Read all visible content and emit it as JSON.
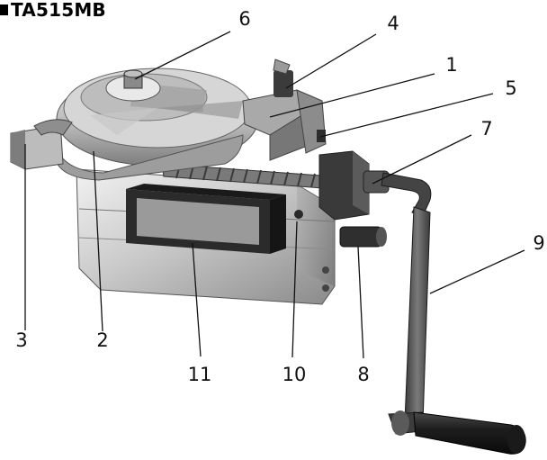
{
  "title": "TA515MB",
  "callouts": {
    "c1": "1",
    "c2": "2",
    "c3": "3",
    "c4": "4",
    "c5": "5",
    "c6": "6",
    "c7": "7",
    "c8": "8",
    "c9": "9",
    "c10": "10",
    "c11": "11"
  }
}
